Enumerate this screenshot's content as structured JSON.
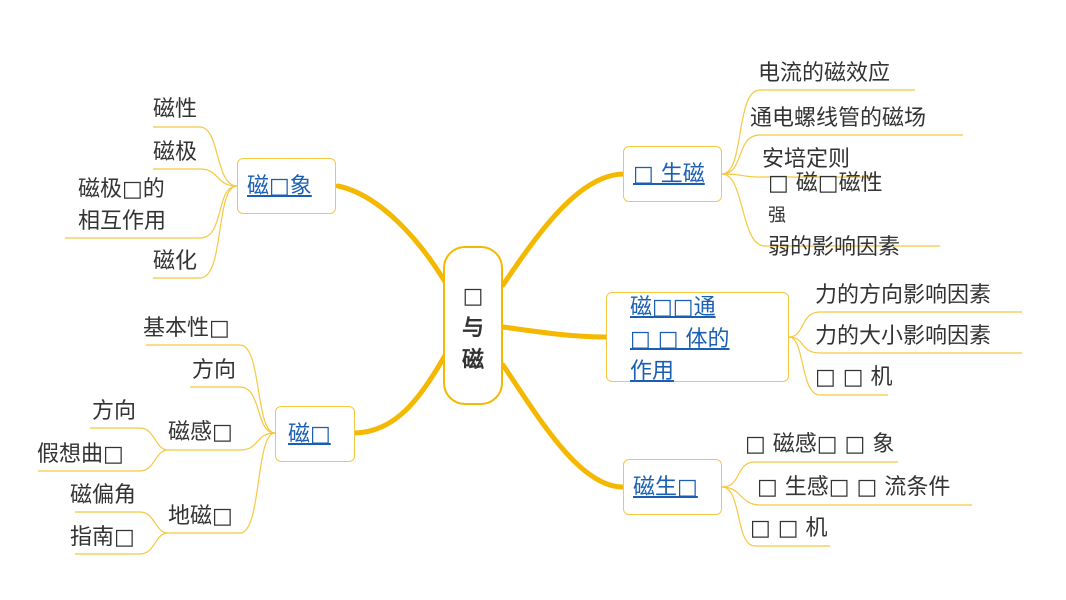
{
  "root": {
    "lines": [
      "□",
      "与",
      "磁"
    ]
  },
  "branches": {
    "phenomena": {
      "label": "磁□象",
      "children": [
        "磁性",
        "磁极",
        "磁极□的",
        "相互作用",
        "磁化"
      ]
    },
    "field": {
      "label": "磁□",
      "children": [
        "基本性□",
        "方向",
        "磁感□",
        "方向",
        "假想曲□",
        "地磁□",
        "磁偏角",
        "指南□"
      ]
    },
    "electro_magnet": {
      "label": "□ 生磁",
      "children": [
        "电流的磁效应",
        "通电螺线管的磁场",
        "安培定则",
        "□ 磁□磁性",
        "强",
        "弱的影响因素"
      ]
    },
    "force": {
      "label_lines": [
        "磁□□通",
        "□ □ 体的",
        "作用"
      ],
      "children": [
        "力的方向影响因素",
        "力的大小影响因素",
        "□ □ 机"
      ]
    },
    "induction": {
      "label": "磁生□",
      "children": [
        "□ 磁感□ □ 象",
        "□ 生感□ □ 流条件",
        "□ □ 机"
      ]
    }
  },
  "colors": {
    "trunk": "#f5b800",
    "branch": "#f5c842",
    "link": "#1a5fb4"
  }
}
